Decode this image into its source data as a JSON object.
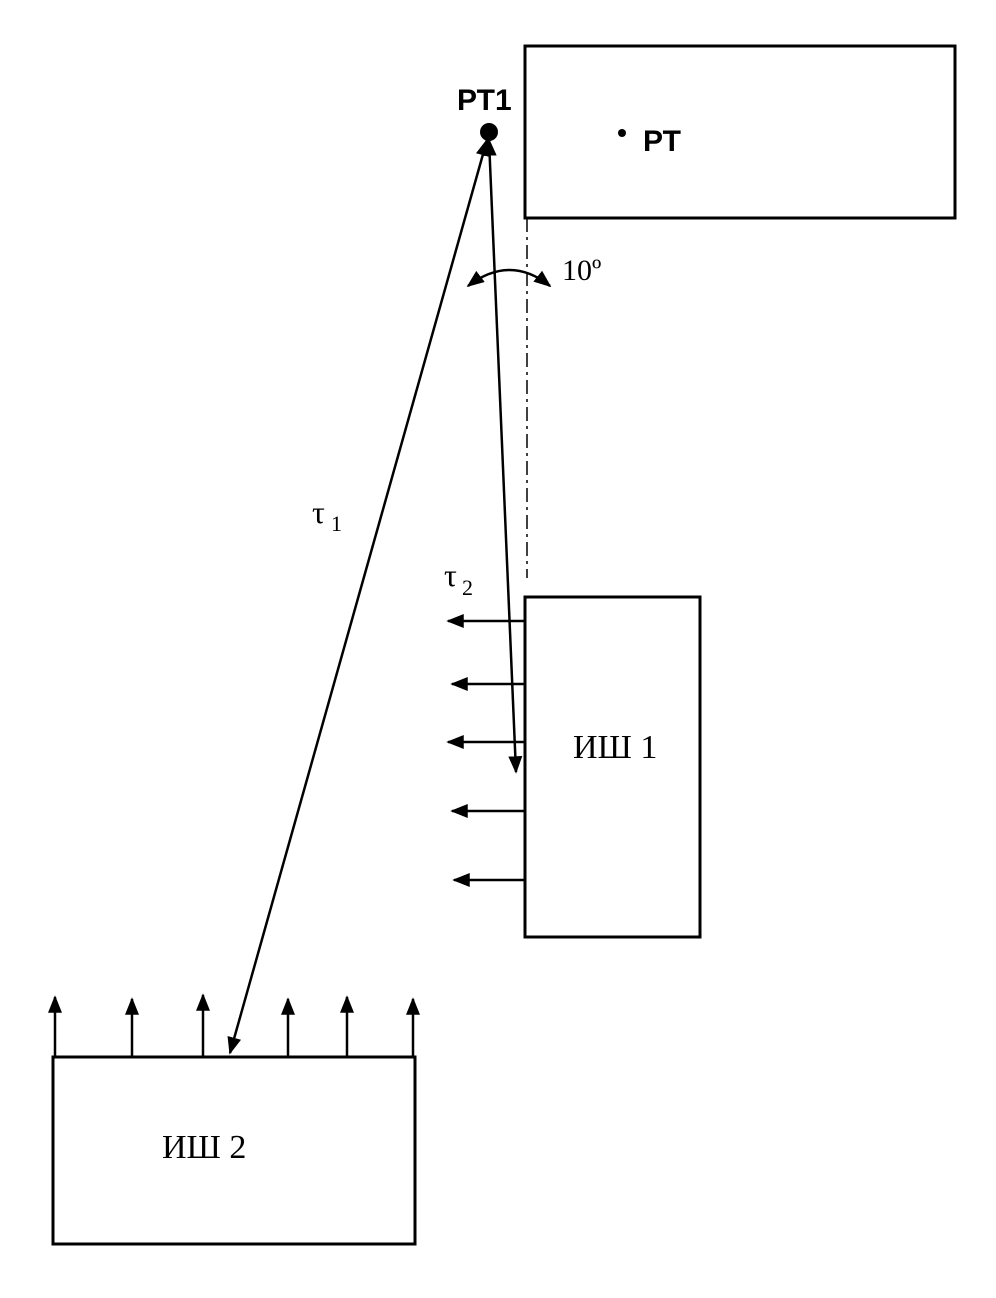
{
  "labels": {
    "pt1": "РТ1",
    "pt": "РТ",
    "angle": "10º",
    "tau1": "τ",
    "tau1_sub": "1",
    "tau2": "τ",
    "tau2_sub": "2",
    "ish1": "ИШ 1",
    "ish2": "ИШ 2"
  }
}
